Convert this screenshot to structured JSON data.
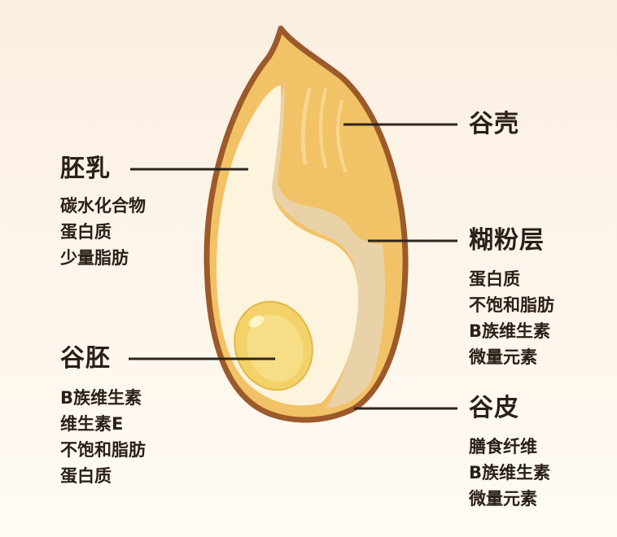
{
  "labels": {
    "husk": {
      "title": "谷壳"
    },
    "endosperm": {
      "title": "胚乳",
      "items": [
        "碳水化合物",
        "蛋白质",
        "少量脂肪"
      ]
    },
    "aleurone": {
      "title": "糊粉层",
      "items": [
        "蛋白质",
        "不饱和脂肪",
        "B族维生素",
        "微量元素"
      ]
    },
    "germ": {
      "title": "谷胚",
      "items": [
        "B族维生素",
        "维生素E",
        "不饱和脂肪",
        "蛋白质"
      ]
    },
    "bran": {
      "title": "谷皮",
      "items": [
        "膳食纤维",
        "B族维生素",
        "微量元素"
      ]
    }
  },
  "colors": {
    "outline": "#9c5a2a",
    "husk": "#f2c266",
    "endosperm": "#fdf4dd",
    "aleurone": "#e9d2a8",
    "germ": "#f3d26a",
    "leader_line": "#2e241c"
  }
}
